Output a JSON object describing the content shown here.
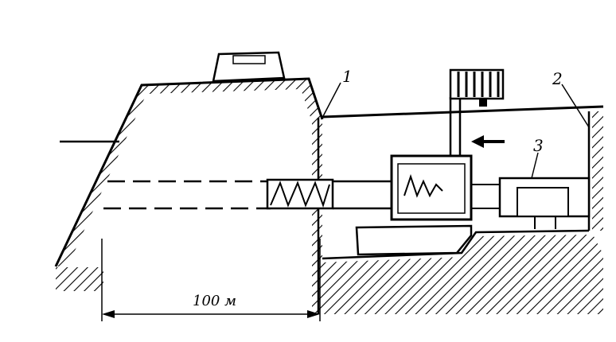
{
  "labels": {
    "label_1": "1",
    "label_2": "2",
    "label_3": "3",
    "dimension": "100 м"
  },
  "colors": {
    "ink": "#000000",
    "paper": "#ffffff"
  }
}
